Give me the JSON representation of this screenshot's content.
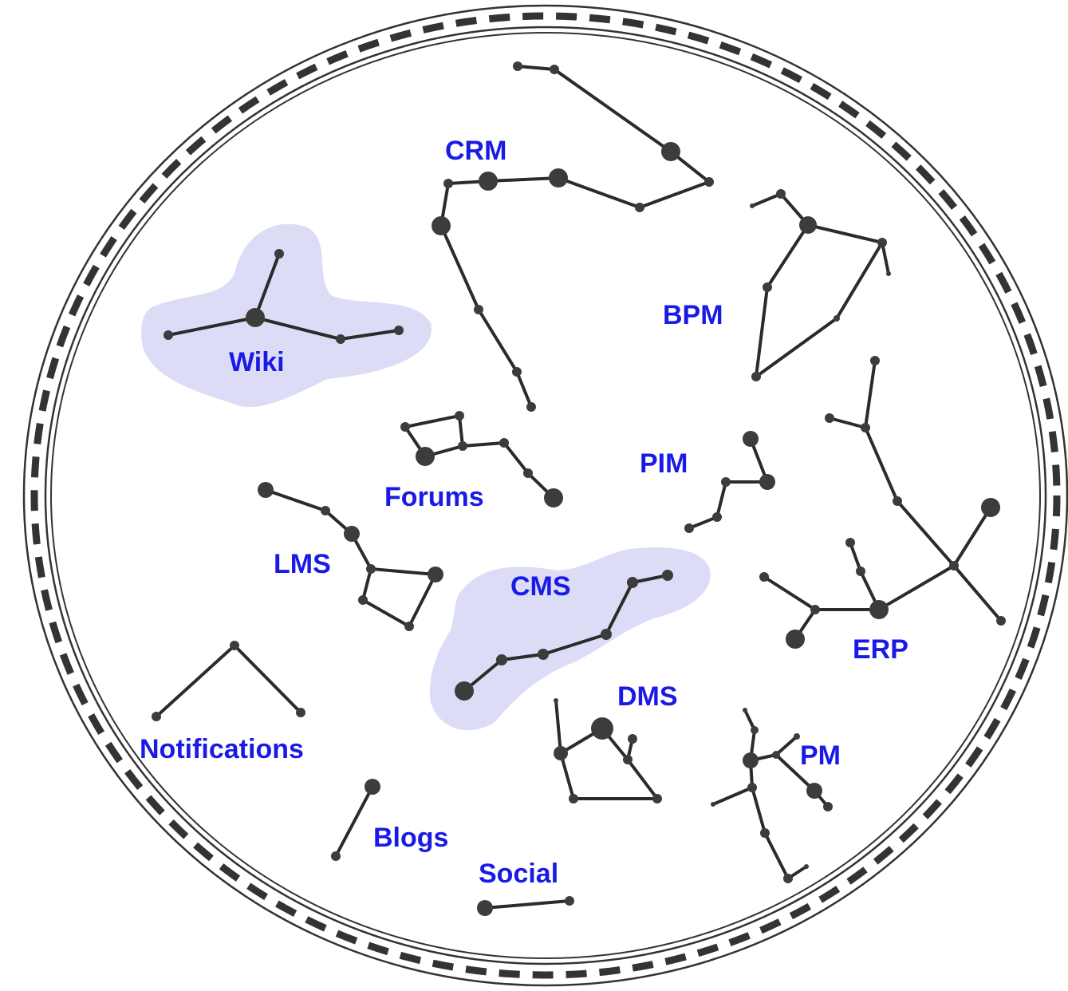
{
  "title": "",
  "colors": {
    "label": "#1a1ae6",
    "line": "#2b2b2b",
    "star": "#3c3c3c",
    "highlight": "#dcdcf6",
    "border": "#333333"
  },
  "constellations": [
    {
      "id": "wiki",
      "label": "Wiki",
      "highlighted": true
    },
    {
      "id": "crm",
      "label": "CRM",
      "highlighted": false
    },
    {
      "id": "bpm",
      "label": "BPM",
      "highlighted": false
    },
    {
      "id": "forums",
      "label": "Forums",
      "highlighted": false
    },
    {
      "id": "pim",
      "label": "PIM",
      "highlighted": false
    },
    {
      "id": "lms",
      "label": "LMS",
      "highlighted": false
    },
    {
      "id": "cms",
      "label": "CMS",
      "highlighted": true
    },
    {
      "id": "erp",
      "label": "ERP",
      "highlighted": false
    },
    {
      "id": "dms",
      "label": "DMS",
      "highlighted": false
    },
    {
      "id": "notifications",
      "label": "Notifications",
      "highlighted": false
    },
    {
      "id": "pm",
      "label": "PM",
      "highlighted": false
    },
    {
      "id": "blogs",
      "label": "Blogs",
      "highlighted": false
    },
    {
      "id": "social",
      "label": "Social",
      "highlighted": false
    }
  ]
}
